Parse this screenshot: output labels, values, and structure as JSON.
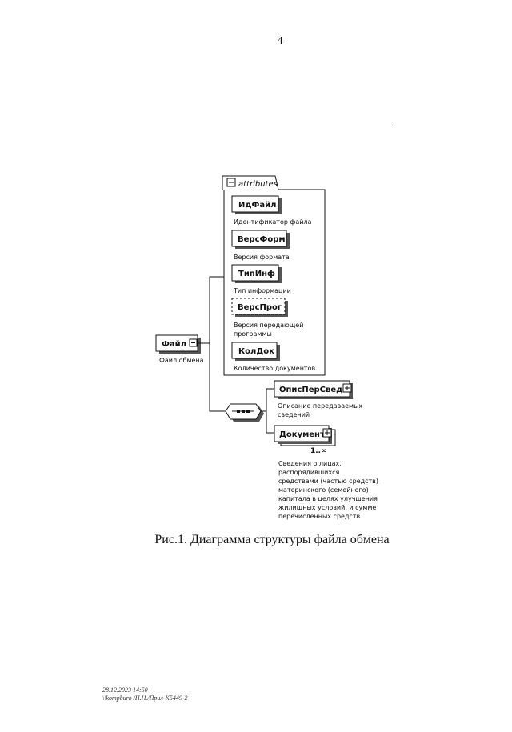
{
  "page_number": "4",
  "caption": "Рис.1. Диаграмма структуры файла обмена",
  "footer": {
    "line1": "28.12.2023 14:50",
    "line2": "\\\\kompburo /Н.Н./Прил-К5449-2"
  },
  "diagram": {
    "attributes_header": "attributes",
    "root": {
      "name": "Файл",
      "description": "Файл обмена"
    },
    "attributes": [
      {
        "name": "ИдФайл",
        "description": [
          "Идентификатор файла"
        ],
        "optional": false
      },
      {
        "name": "ВерсФорм",
        "description": [
          "Версия формата"
        ],
        "optional": false
      },
      {
        "name": "ТипИнф",
        "description": [
          "Тип информации"
        ],
        "optional": false
      },
      {
        "name": "ВерсПрог",
        "description": [
          "Версия передающей",
          "программы"
        ],
        "optional": true
      },
      {
        "name": "КолДок",
        "description": [
          "Количество документов"
        ],
        "optional": false
      }
    ],
    "children": [
      {
        "name": "ОписПерСвед",
        "description": [
          "Описание передаваемых",
          "сведений"
        ]
      },
      {
        "name": "Документ",
        "multiplicity": "1..∞",
        "description": [
          "Сведения о лицах,",
          "распорядившихся",
          "средствами (частью средств)",
          "материнского (семейного)",
          "капитала в целях улучшения",
          "жилищных условий, и сумме",
          "перечисленных средств"
        ]
      }
    ]
  }
}
